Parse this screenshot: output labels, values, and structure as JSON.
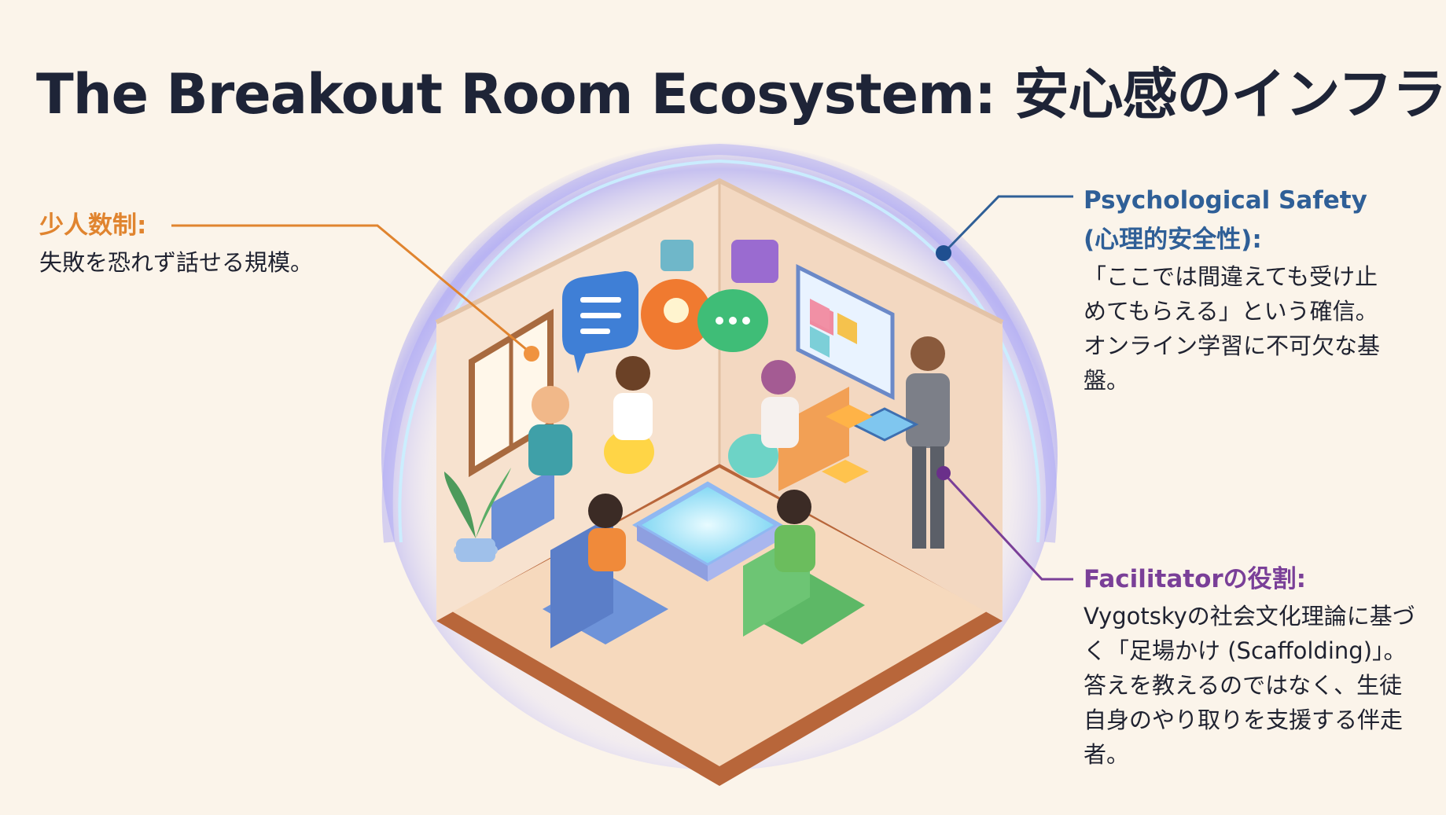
{
  "title": "The Breakout Room Ecosystem: 安心感のインフラ",
  "callouts": {
    "small_group": {
      "heading": "少人数制:",
      "body": "失敗を恐れず話せる規模。"
    },
    "psych_safety": {
      "heading": "Psychological Safety\n(心理的安全性):",
      "body": "「ここでは間違えても受け止\nめてもらえる」という確信。\nオンライン学習に不可欠な基\n盤。"
    },
    "facilitator": {
      "heading": "Facilitatorの役割:",
      "body": "Vygotskyの社会文化理論に基づ\nく「足場かけ (Scaffolding)」。\n答えを教えるのではなく、生徒\n自身のやり取りを支援する伴走\n者。"
    }
  },
  "colors": {
    "background": "#fbf4ea",
    "orange": "#e0842f",
    "blue": "#2f5f97",
    "purple": "#7a3f98",
    "dome": "#8f8cf0"
  }
}
